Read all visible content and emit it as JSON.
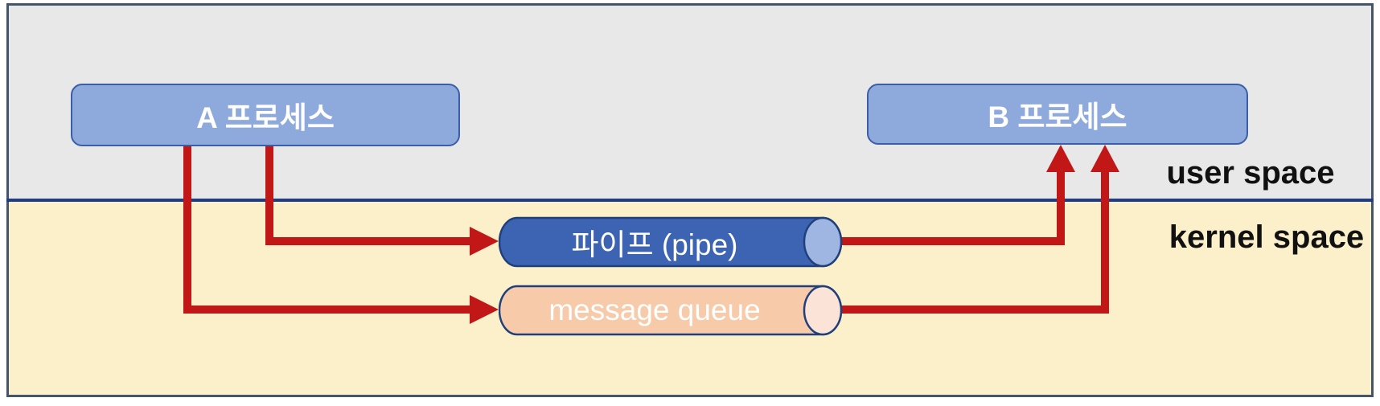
{
  "diagram": {
    "type": "ipc-flow-diagram",
    "regions": {
      "user_space": {
        "label": "user space",
        "fill": "#E9E8E8"
      },
      "kernel_space": {
        "label": "kernel space",
        "fill": "#FCF0CB"
      }
    },
    "nodes": {
      "process_a": {
        "label": "A 프로세스",
        "shape": "rounded-rect",
        "fill": "#8EA9DB",
        "border": "#3A5EA8",
        "text_color": "#FFFFFF",
        "region": "user_space"
      },
      "process_b": {
        "label": "B 프로세스",
        "shape": "rounded-rect",
        "fill": "#8EA9DB",
        "border": "#3A5EA8",
        "text_color": "#FFFFFF",
        "region": "user_space"
      },
      "pipe": {
        "label": "파이프 (pipe)",
        "shape": "cylinder",
        "fill": "#3D64B2",
        "end_fill": "#9FB6E2",
        "border": "#20407C",
        "text_color": "#FFFFFF",
        "region": "kernel_space"
      },
      "message_queue": {
        "label": "message queue",
        "shape": "cylinder",
        "fill": "#F7CAA9",
        "end_fill": "#FCE3D7",
        "border": "#20407C",
        "text_color": "#FFFFFF",
        "region": "kernel_space"
      }
    },
    "edges": [
      {
        "from": "process_a",
        "to": "pipe"
      },
      {
        "from": "process_a",
        "to": "message_queue"
      },
      {
        "from": "pipe",
        "to": "process_b"
      },
      {
        "from": "message_queue",
        "to": "process_b"
      }
    ],
    "colors": {
      "arrow": "#C11717",
      "divider": "#1F3C8A",
      "frame": "#44546A",
      "region_label_text": "#111111"
    }
  }
}
